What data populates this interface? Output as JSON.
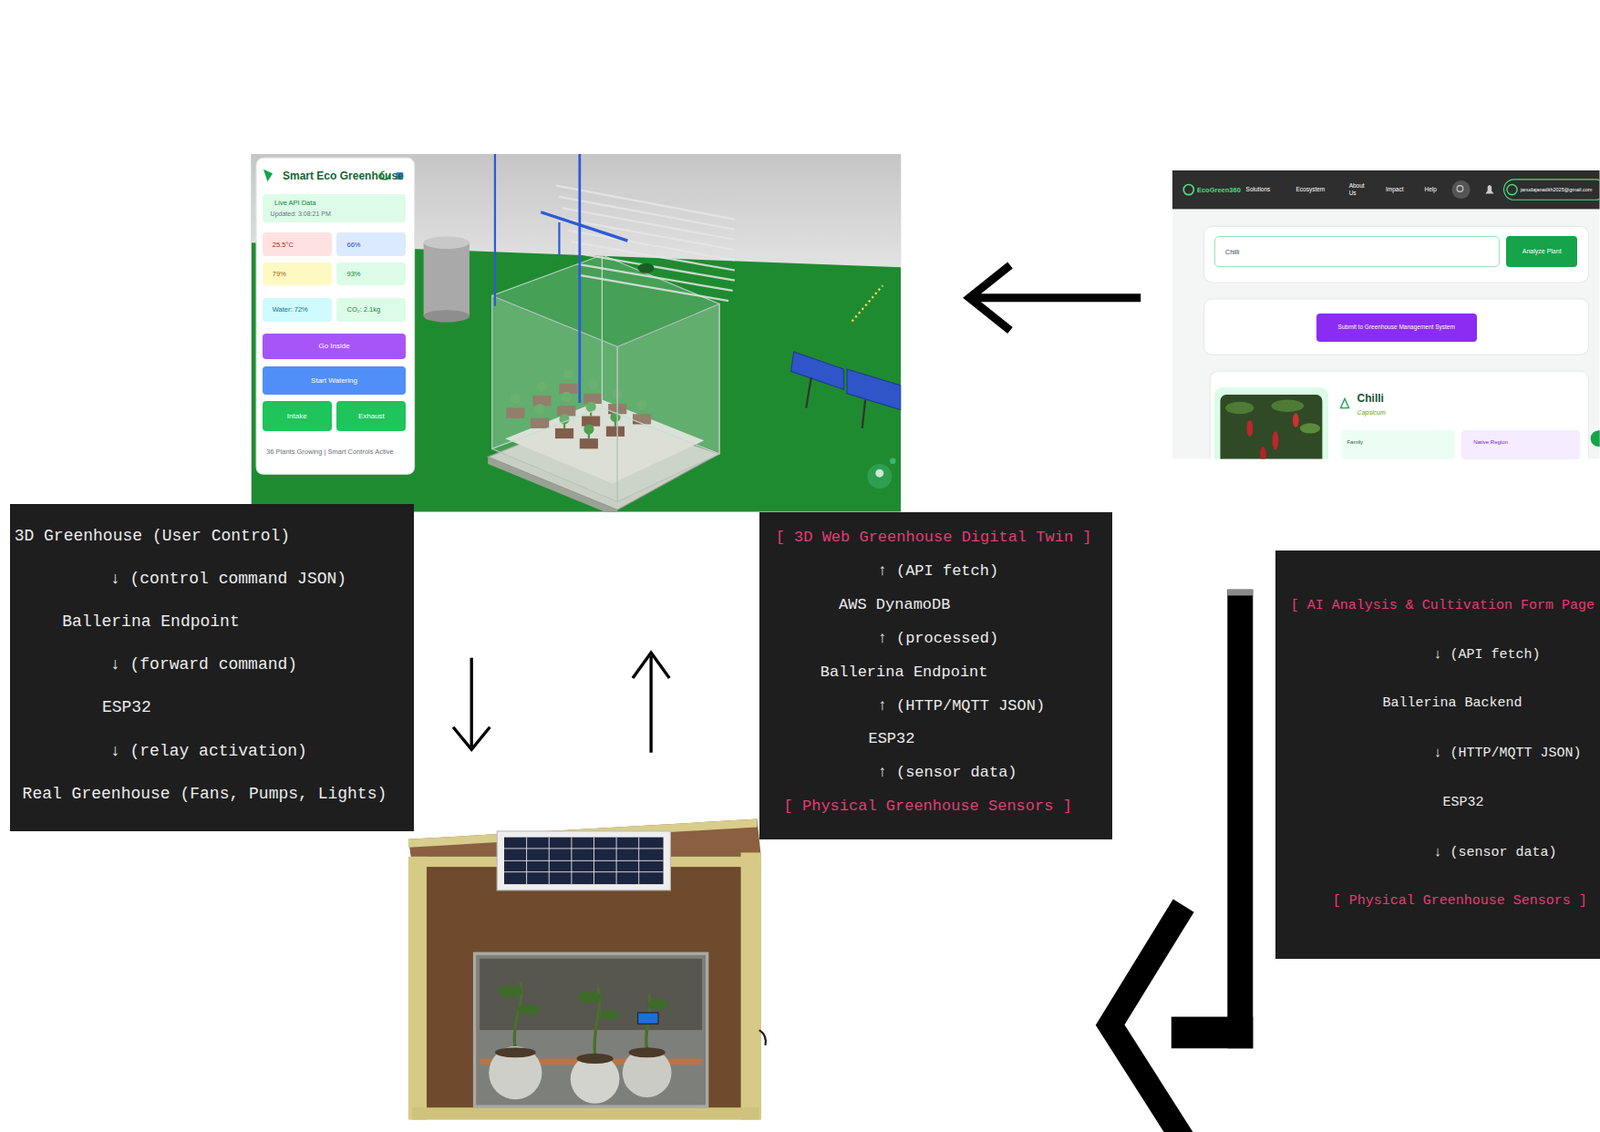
{
  "diagram": {
    "nodes": [
      {
        "text": [
          "Smart Eco Greenhouse",
          "36 Plants Growing | Smart Controls Active"
        ]
      },
      {
        "text": [
          "Live API Data",
          "Updated: 3:08:21 PM"
        ],
        "in": 0
      },
      {
        "text": [
          "25.5°C"
        ],
        "in": 0
      },
      {
        "text": [
          "66%"
        ],
        "in": 0
      },
      {
        "text": [
          "79%"
        ],
        "in": 0
      },
      {
        "text": [
          "93%"
        ],
        "in": 0
      },
      {
        "text": [
          "Water: 72%"
        ],
        "in": 0
      },
      {
        "text": [
          "CO₂: 2.1kg"
        ],
        "in": 0
      },
      {
        "text": [
          "Go Inside"
        ],
        "in": 0
      },
      {
        "text": [
          "Start Watering"
        ],
        "in": 0
      },
      {
        "text": [
          "Intake"
        ],
        "in": 0
      },
      {
        "text": [
          "Exhaust"
        ],
        "in": 0
      },
      {
        "text": [
          "EcoGreen360",
          "Solutions",
          "Ecosystem",
          "About Us",
          "Impact",
          "Help",
          "janudajanadith2025@gmail.com"
        ]
      },
      {
        "text": [
          "Chilli"
        ]
      },
      {
        "text": [
          "Analyze Plant"
        ]
      },
      {
        "text": [
          "Submit to Greenhouse Management System"
        ]
      },
      {
        "text": [
          "Chilli",
          "Capsicum"
        ]
      },
      {
        "text": [
          "Family"
        ],
        "in": 16
      },
      {
        "text": [
          "Native Region"
        ],
        "in": 16
      },
      {
        "text": [
          "3D Greenhouse (User Control)",
          "↓ (control command JSON)",
          "Ballerina Endpoint",
          "↓ (forward command)",
          "ESP32",
          "↓ (relay activation)",
          "Real Greenhouse (Fans, Pumps, Lights)"
        ]
      },
      {
        "text": [
          "[ 3D Web Greenhouse Digital Twin ]",
          "↑ (API fetch)",
          "AWS DynamoDB",
          "↑ (processed)",
          "Ballerina Endpoint",
          "↑ (HTTP/MQTT JSON)",
          "ESP32",
          "↑ (sensor data)",
          "[ Physical Greenhouse Sensors ]"
        ]
      },
      {
        "text": [
          "[ AI Analysis & Cultivation Form Page",
          "↓ (API fetch)",
          "Ballerina Backend",
          "↓ (HTTP/MQTT JSON)",
          "ESP32",
          "↓ (sensor data)",
          "[ Physical Greenhouse Sensors ]"
        ]
      }
    ]
  }
}
